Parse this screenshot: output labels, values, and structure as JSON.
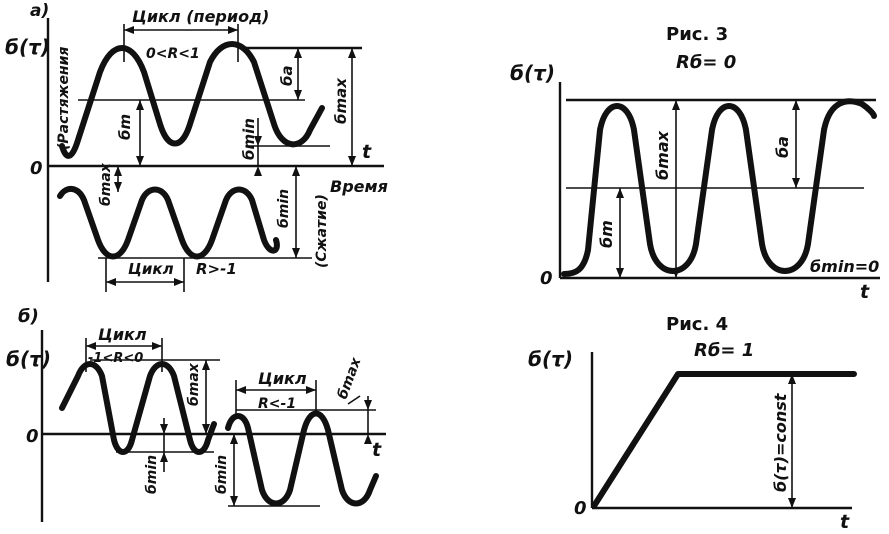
{
  "fig_a": {
    "label": "а)",
    "yaxis": "б(τ)",
    "cycle_top": "Цикл (период)",
    "range_top": "0<R<1",
    "tension": "(Растяжения",
    "compression": "(Сжатие)",
    "zero": "0",
    "t": "t",
    "time": "Время",
    "sa": "ба",
    "sm": "бm",
    "smax1": "бmax",
    "smin1": "бmin",
    "smax2": "бmax",
    "smin2": "бmin",
    "cycle_bottom": "Цикл",
    "range_bottom": "R>-1"
  },
  "fig_b": {
    "label": "б)",
    "yaxis": "б(τ)",
    "cycle1": "Цикл",
    "range1": "-1<R<0",
    "smax1": "бmax",
    "smin1": "бmin",
    "zero": "0",
    "t": "t",
    "cycle2": "Цикл",
    "range2": "R<-1",
    "smax2": "бmax",
    "smin2": "бmin"
  },
  "fig3": {
    "title": "Рис. 3",
    "r": "Rб= 0",
    "yaxis": "б(τ)",
    "sa": "ба",
    "smax": "бmax",
    "sm": "бm",
    "smin": "бmin=0",
    "zero": "0",
    "t": "t"
  },
  "fig4": {
    "title": "Рис. 4",
    "r": "Rб= 1",
    "yaxis": "б(τ)",
    "const": "б(τ)=const",
    "zero": "0",
    "t": "t"
  }
}
